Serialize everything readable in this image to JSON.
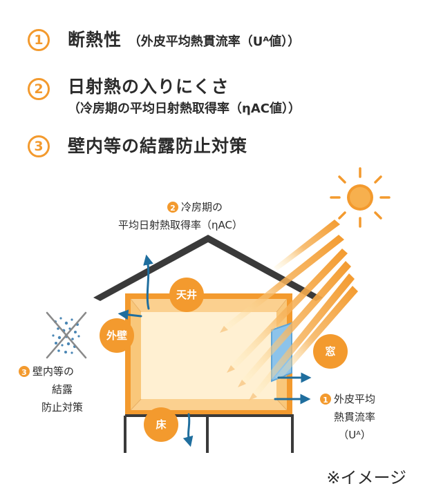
{
  "list": [
    {
      "number": "1",
      "title": "断熱性",
      "inline_sub": "（外皮平均熱貫流率（Uᴬ値））"
    },
    {
      "number": "2",
      "title": "日射熱の入りにくさ",
      "sub": "（冷房期の平均日射熱取得率（ηAC値））"
    },
    {
      "number": "3",
      "title": "壁内等の結露防止対策"
    }
  ],
  "diagram": {
    "label_cooling_line1": "冷房期の",
    "label_cooling_line2": "平均日射熱取得率（ηAC）",
    "label_cooling_num": "2",
    "ceiling": "天井",
    "outer_wall": "外壁",
    "window": "窓",
    "floor": "床",
    "label_condensation_num": "3",
    "label_condensation_line1": "壁内等の",
    "label_condensation_line2": "結露",
    "label_condensation_line3": "防止対策",
    "label_ua_num": "1",
    "label_ua_line1": "外皮平均",
    "label_ua_line2": "熱貫流率",
    "label_ua_line3": "（Uᴬ）"
  },
  "note": "※イメージ",
  "colors": {
    "orange": "#f39a2e",
    "light_orange": "#fbd79f",
    "blue_arrow": "#1f6e9e",
    "roof": "#3a3a3a",
    "window": "#8cc3ea"
  }
}
